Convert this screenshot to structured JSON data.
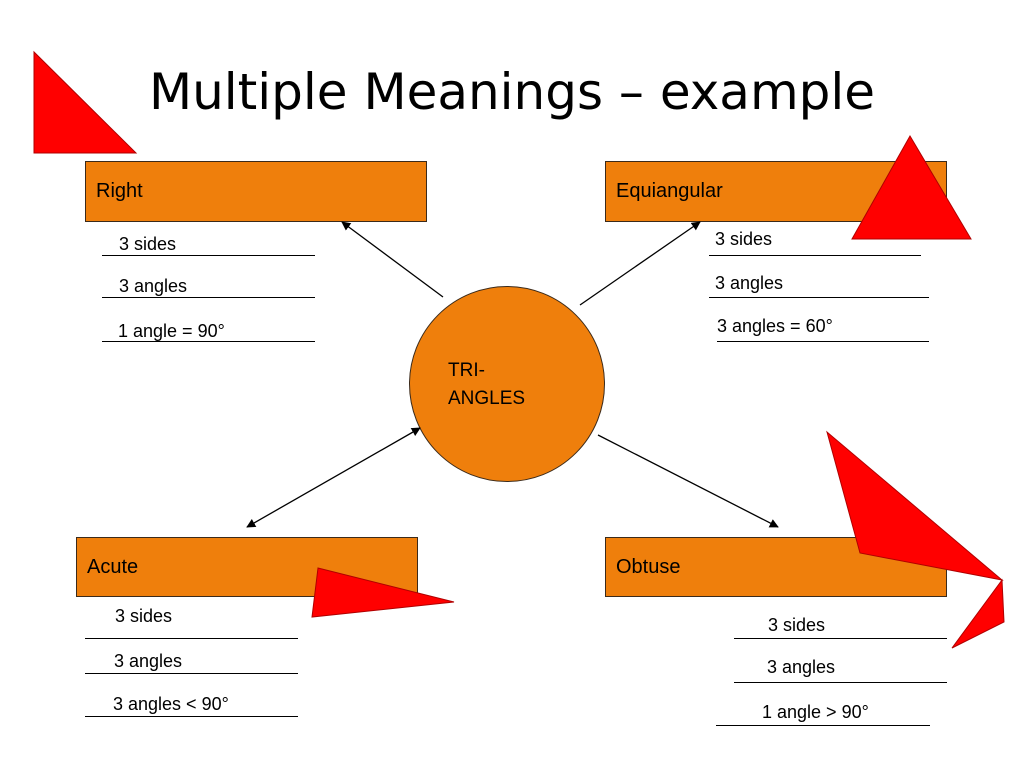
{
  "title": "Multiple Meanings – example",
  "center": {
    "label_line1": "TRI-",
    "label_line2": "ANGLES"
  },
  "categories": {
    "right": {
      "label": "Right",
      "facts": [
        "3 sides",
        "3 angles",
        "1 angle = 90°"
      ]
    },
    "equiangular": {
      "label": "Equiangular",
      "facts": [
        "3 sides",
        "3 angles",
        "3 angles = 60°"
      ]
    },
    "acute": {
      "label": "Acute",
      "facts": [
        "3 sides",
        "3 angles",
        "3 angles < 90°"
      ]
    },
    "obtuse": {
      "label": "Obtuse",
      "facts": [
        "3 sides",
        "3 angles",
        "1 angle > 90°"
      ]
    }
  },
  "colors": {
    "box_fill": "#ef7f0c",
    "triangle_fill": "#ff0000",
    "triangle_stroke": "#b00000"
  }
}
